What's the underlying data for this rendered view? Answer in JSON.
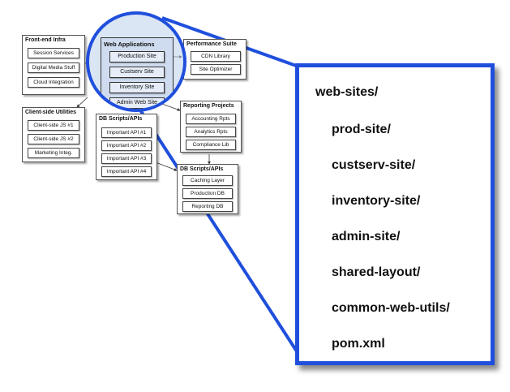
{
  "groups": {
    "frontend": {
      "title": "Front-end Infra",
      "items": [
        "Session Services",
        "Digital Media Stuff",
        "Cloud Integration"
      ]
    },
    "client": {
      "title": "Client-side Utilities",
      "items": [
        "Client-side JS #1",
        "Client-side JS #2",
        "Marketing Integ."
      ]
    },
    "performance": {
      "title": "Performance Suite",
      "items": [
        "CDN Library",
        "Site Optimizer"
      ]
    },
    "reporting": {
      "title": "Reporting Projects",
      "items": [
        "Accounting Rpts",
        "Analytics Rpts",
        "Compliance Lib"
      ]
    },
    "services": {
      "title": "DB Scripts/APIs",
      "items": [
        "Important API #1",
        "Important API #2",
        "Important API #3",
        "Important API #4"
      ]
    },
    "db": {
      "title": "DB Scripts/APIs",
      "items": [
        "Caching Layer",
        "Production DB",
        "Reporting DB"
      ]
    },
    "webapps": {
      "title": "Web Applications",
      "items": [
        "Production Site",
        "Custserv Site",
        "Inventory Site",
        "Admin Web Site"
      ]
    }
  },
  "callout": {
    "items": [
      "web-sites/",
      "prod-site/",
      "custserv-site/",
      "inventory-site/",
      "admin-site/",
      "shared-layout/",
      "common-web-utils/",
      "pom.xml"
    ]
  },
  "colors": {
    "accent": "#1f4fdc",
    "magnifier_fill": "#cfdcf0"
  }
}
